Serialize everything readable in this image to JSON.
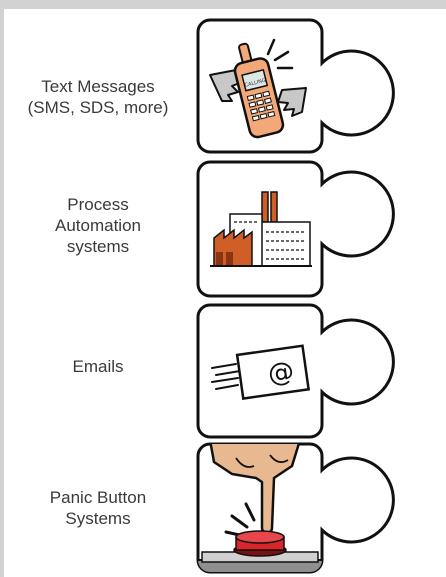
{
  "items": [
    {
      "label_lines": [
        "Text Messages",
        "(SMS, SDS, more)"
      ],
      "icon": "winged-mobile-phone-icon"
    },
    {
      "label_lines": [
        "Process",
        "Automation",
        "systems"
      ],
      "icon": "factory-icon"
    },
    {
      "label_lines": [
        "Emails"
      ],
      "icon": "email-envelope-icon"
    },
    {
      "label_lines": [
        "Panic Button",
        "Systems"
      ],
      "icon": "panic-button-hand-icon"
    }
  ],
  "colors": {
    "outline": "#111111",
    "text": "#3a3a3a",
    "frame": "#d2d2d2",
    "phone_body": "#f2a878",
    "factory_brick": "#cf5e28",
    "hand": "#e8b890",
    "button_red": "#d8262a",
    "base_grey": "#8f8f8f"
  }
}
